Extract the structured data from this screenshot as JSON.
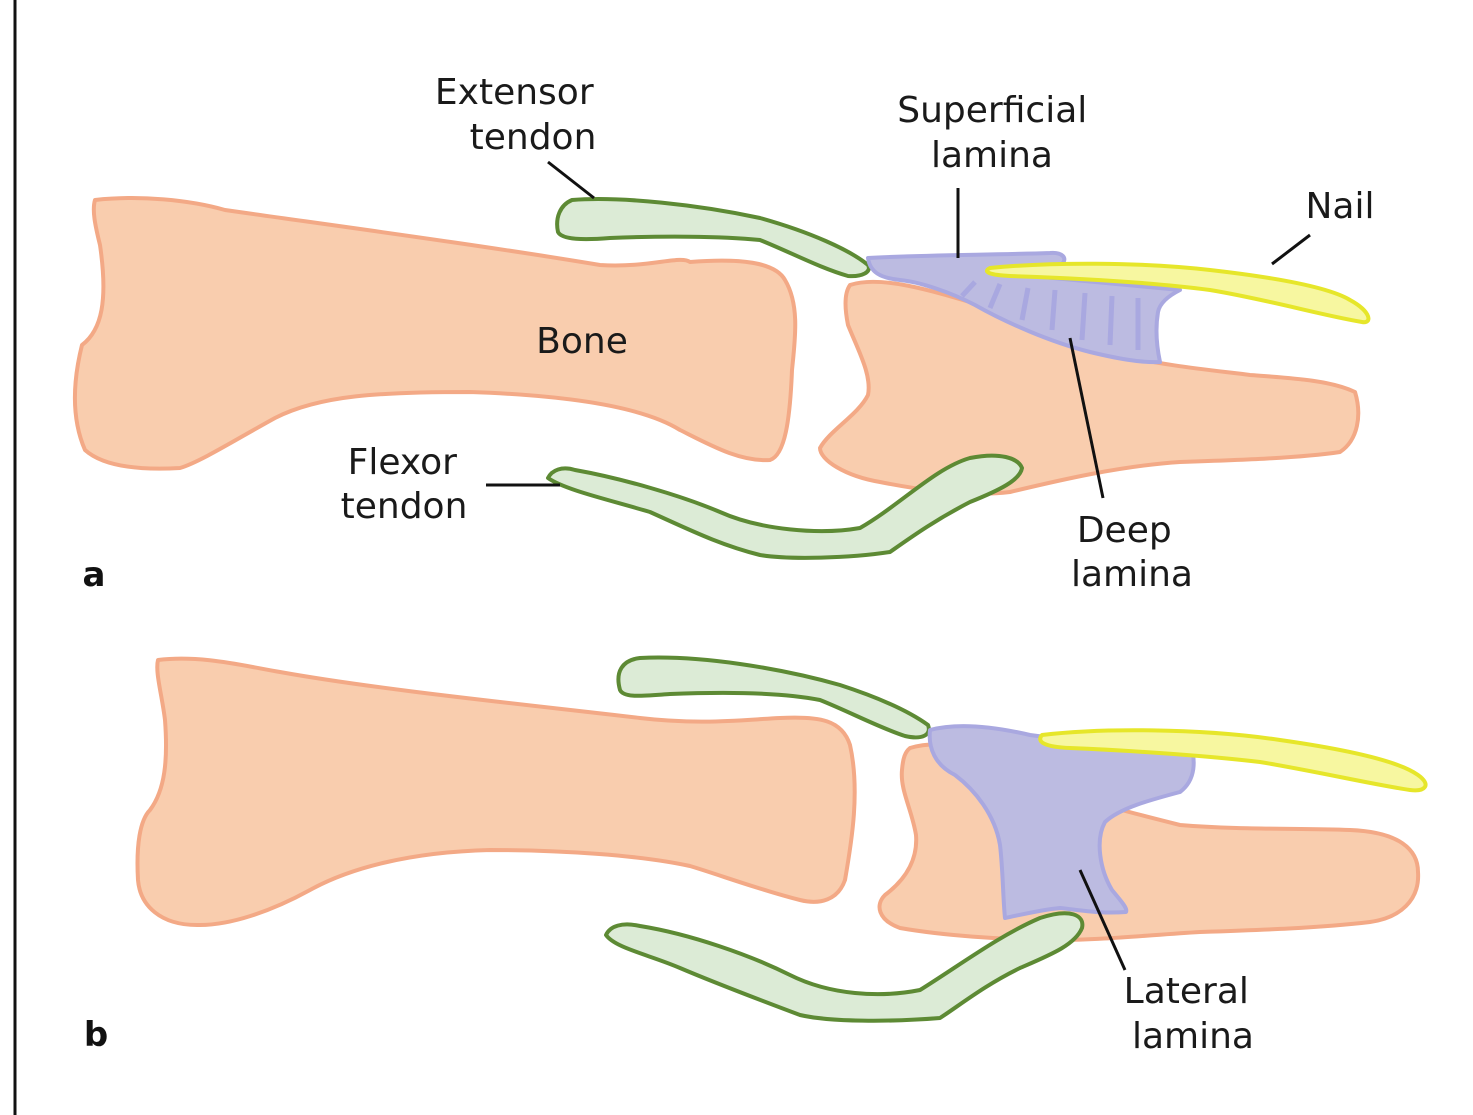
{
  "colors": {
    "bone_fill": "#f9cdae",
    "bone_stroke": "#f3a986",
    "tendon_fill": "#dcebd6",
    "tendon_stroke": "#5d8a34",
    "lamina_fill": "#bcbbe1",
    "lamina_stroke": "#a9a8e0",
    "nail_fill": "#f7f7a0",
    "nail_stroke": "#e6e62a",
    "line": "#111111"
  },
  "panel_a": {
    "panel_label": "a",
    "labels": {
      "extensor_tendon": [
        "Extensor",
        "tendon"
      ],
      "superficial_lamina": [
        "Superficial",
        "lamina"
      ],
      "nail": [
        "Nail"
      ],
      "bone": [
        "Bone"
      ],
      "flexor_tendon": [
        "Flexor",
        "tendon"
      ],
      "deep_lamina": [
        "Deep",
        "lamina"
      ]
    }
  },
  "panel_b": {
    "panel_label": "b",
    "labels": {
      "lateral_lamina": [
        "Lateral",
        "lamina"
      ]
    }
  }
}
